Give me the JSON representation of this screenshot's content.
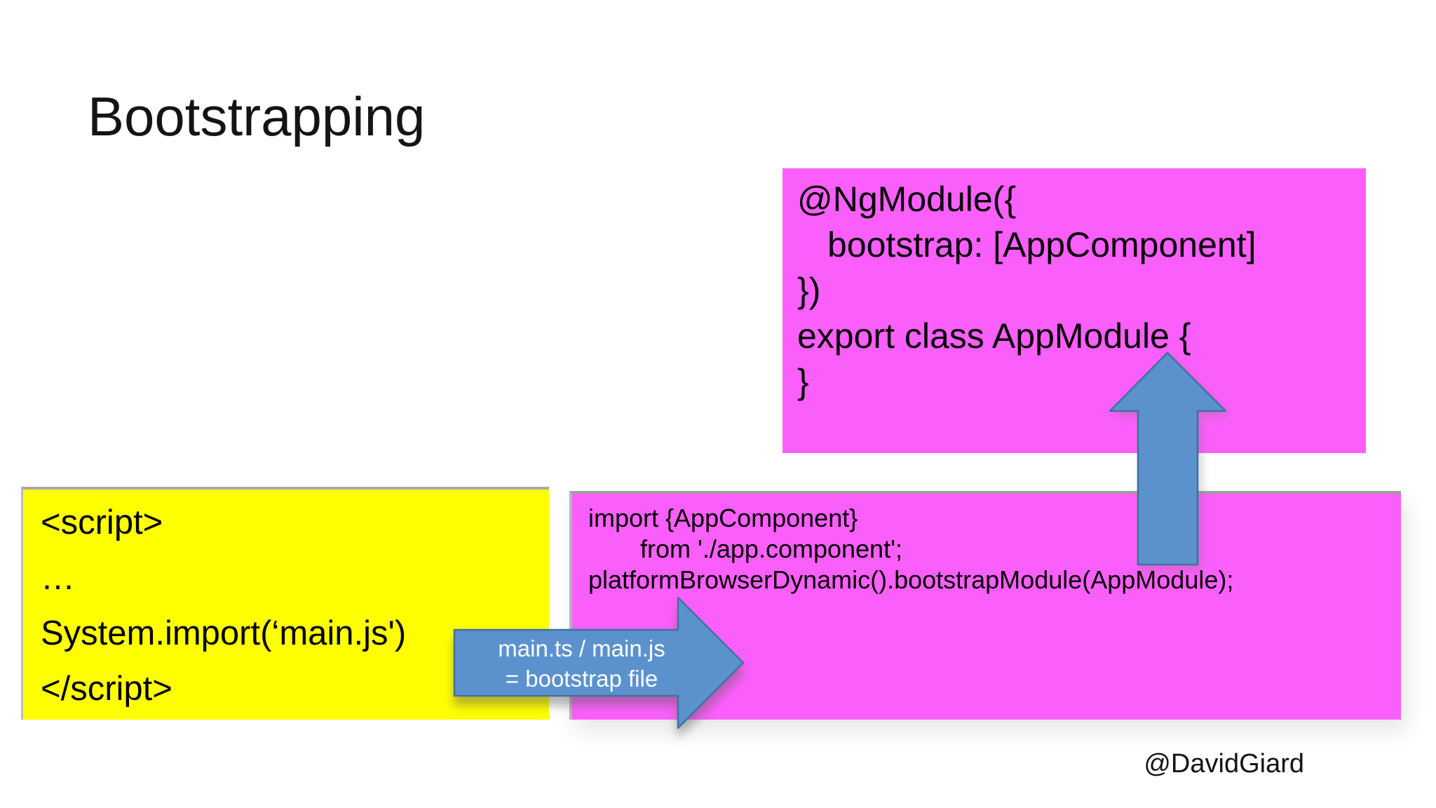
{
  "slide": {
    "title": "Bootstrapping",
    "credit": "@DavidGiard"
  },
  "colors": {
    "magenta_box": "#FB5FFB",
    "yellow_box": "#FFFF00",
    "arrow_fill": "#5B92CE",
    "arrow_border": "#41719C",
    "box_border_gray": "#A9A9A9",
    "text": "#000000",
    "arrow_label_text": "#FFFFFF"
  },
  "ngmodule_box": {
    "lines": [
      "@NgModule({",
      "bootstrap: [AppComponent]",
      "})",
      "export class AppModule {",
      "}"
    ]
  },
  "script_box": {
    "lines": [
      "<script>",
      "…",
      "System.import(‘main.js')",
      "</script>"
    ]
  },
  "main_box": {
    "lines": [
      "import {AppComponent}",
      "from './app.component';",
      "platformBrowserDynamic().bootstrapModule(AppModule);"
    ]
  },
  "arrow_label": {
    "line1": "main.ts / main.js",
    "line2": "= bootstrap file"
  }
}
